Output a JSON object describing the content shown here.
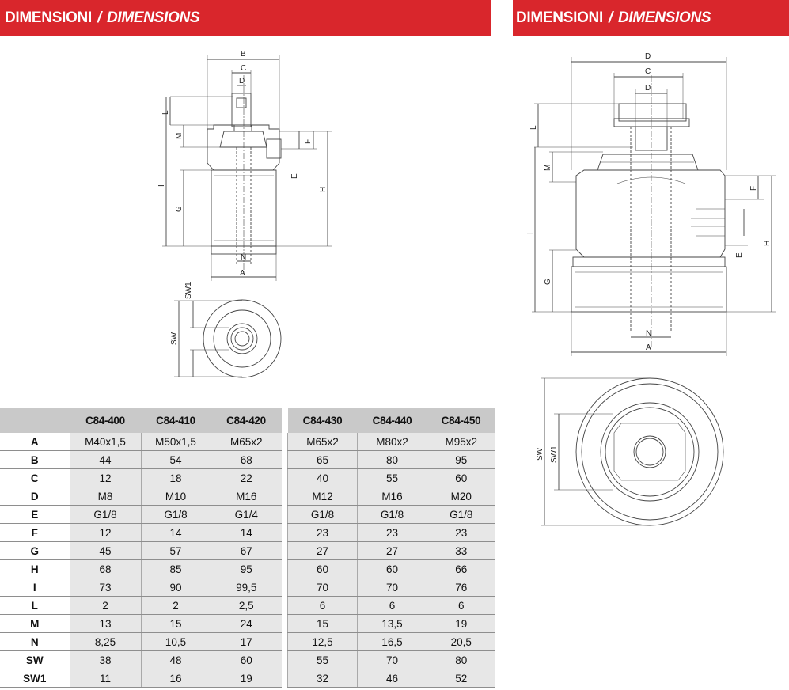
{
  "header": {
    "title_it": "DIMENSIONI",
    "separator": "/",
    "title_en": "DIMENSIONS"
  },
  "drawing_labels": {
    "A": "A",
    "B": "B",
    "C": "C",
    "D": "D",
    "E": "E",
    "F": "F",
    "G": "G",
    "H": "H",
    "I": "I",
    "L": "L",
    "M": "M",
    "N": "N",
    "SW": "SW",
    "SW1": "SW1"
  },
  "table_left": {
    "columns": [
      "C84-400",
      "C84-410",
      "C84-420"
    ],
    "rows": [
      {
        "label": "A",
        "values": [
          "M40x1,5",
          "M50x1,5",
          "M65x2"
        ]
      },
      {
        "label": "B",
        "values": [
          "44",
          "54",
          "68"
        ]
      },
      {
        "label": "C",
        "values": [
          "12",
          "18",
          "22"
        ]
      },
      {
        "label": "D",
        "values": [
          "M8",
          "M10",
          "M16"
        ]
      },
      {
        "label": "E",
        "values": [
          "G1/8",
          "G1/8",
          "G1/4"
        ]
      },
      {
        "label": "F",
        "values": [
          "12",
          "14",
          "14"
        ]
      },
      {
        "label": "G",
        "values": [
          "45",
          "57",
          "67"
        ]
      },
      {
        "label": "H",
        "values": [
          "68",
          "85",
          "95"
        ]
      },
      {
        "label": "I",
        "values": [
          "73",
          "90",
          "99,5"
        ]
      },
      {
        "label": "L",
        "values": [
          "2",
          "2",
          "2,5"
        ]
      },
      {
        "label": "M",
        "values": [
          "13",
          "15",
          "24"
        ]
      },
      {
        "label": "N",
        "values": [
          "8,25",
          "10,5",
          "17"
        ]
      },
      {
        "label": "SW",
        "values": [
          "38",
          "48",
          "60"
        ]
      },
      {
        "label": "SW1",
        "values": [
          "11",
          "16",
          "19"
        ]
      }
    ]
  },
  "table_right": {
    "columns": [
      "C84-430",
      "C84-440",
      "C84-450"
    ],
    "rows": [
      [
        "M65x2",
        "M80x2",
        "M95x2"
      ],
      [
        "65",
        "80",
        "95"
      ],
      [
        "40",
        "55",
        "60"
      ],
      [
        "M12",
        "M16",
        "M20"
      ],
      [
        "G1/8",
        "G1/8",
        "G1/8"
      ],
      [
        "23",
        "23",
        "23"
      ],
      [
        "27",
        "27",
        "33"
      ],
      [
        "60",
        "60",
        "66"
      ],
      [
        "70",
        "70",
        "76"
      ],
      [
        "6",
        "6",
        "6"
      ],
      [
        "15",
        "13,5",
        "19"
      ],
      [
        "12,5",
        "16,5",
        "20,5"
      ],
      [
        "55",
        "70",
        "80"
      ],
      [
        "32",
        "46",
        "52"
      ]
    ]
  },
  "colors": {
    "banner": "#d9262c",
    "header_fill": "#c9c9c9",
    "cell_fill": "#e7e7e7"
  }
}
